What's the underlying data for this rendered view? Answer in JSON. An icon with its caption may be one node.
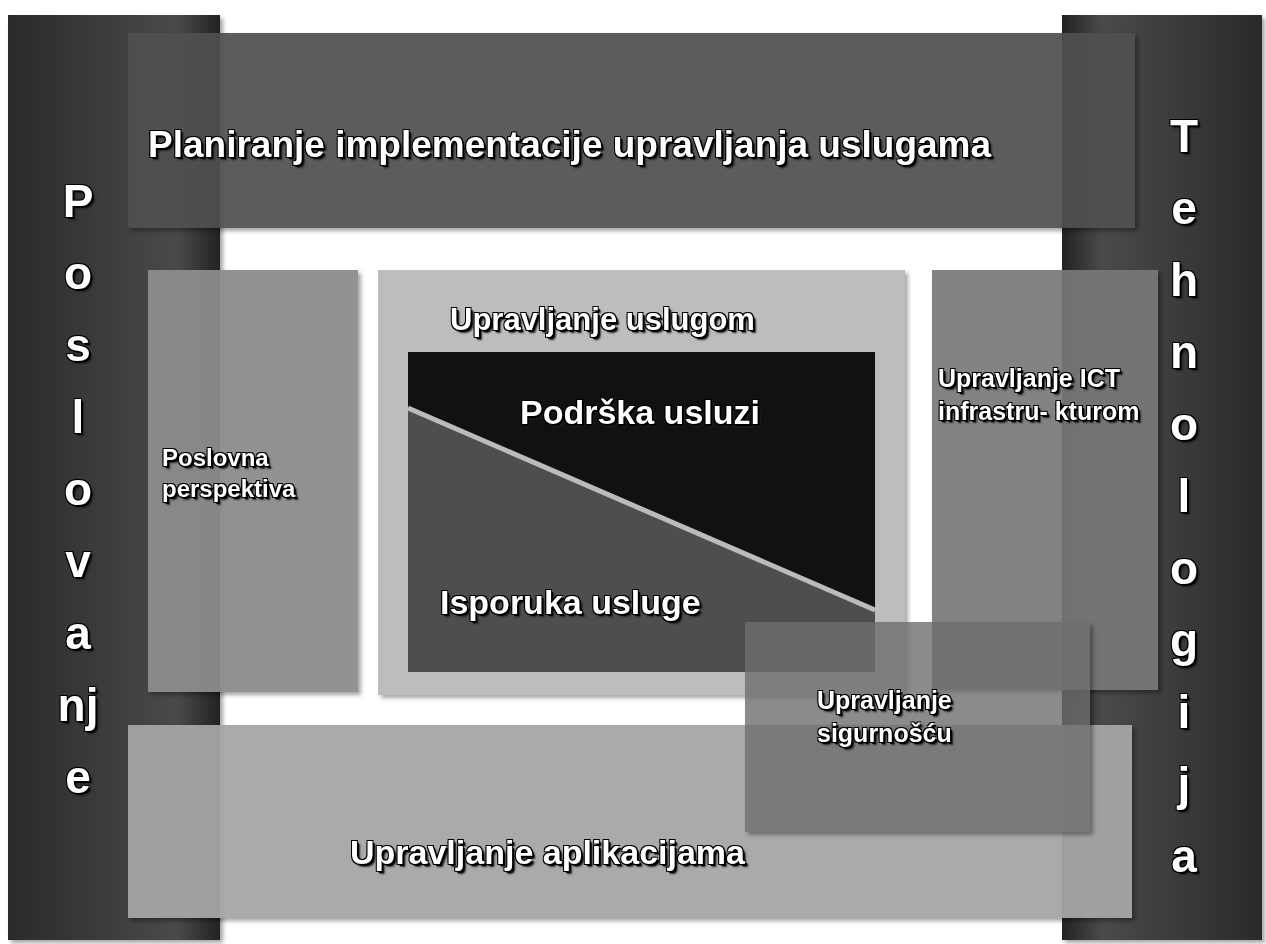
{
  "diagram": {
    "nodes": [
      {
        "text": [
          "P o s l o v a nj e"
        ]
      },
      {
        "text": [
          "T e h n o l o g i j a"
        ]
      },
      {
        "text": [
          "Planiranje implementacije upravljanja uslugama"
        ]
      },
      {
        "text": [
          "Poslovna perspektiva"
        ]
      },
      {
        "text": [
          "Upravljanje uslugom"
        ]
      },
      {
        "text": [
          "Podrška usluzi"
        ],
        "in": 4
      },
      {
        "text": [
          "Isporuka usluge"
        ],
        "in": 4
      },
      {
        "text": [
          "Upravljanje ICT infrastru- kturom"
        ]
      },
      {
        "text": [
          "Upravljanje aplikacijama"
        ]
      },
      {
        "text": [
          "Upravljanje sigurnošću"
        ]
      }
    ]
  }
}
